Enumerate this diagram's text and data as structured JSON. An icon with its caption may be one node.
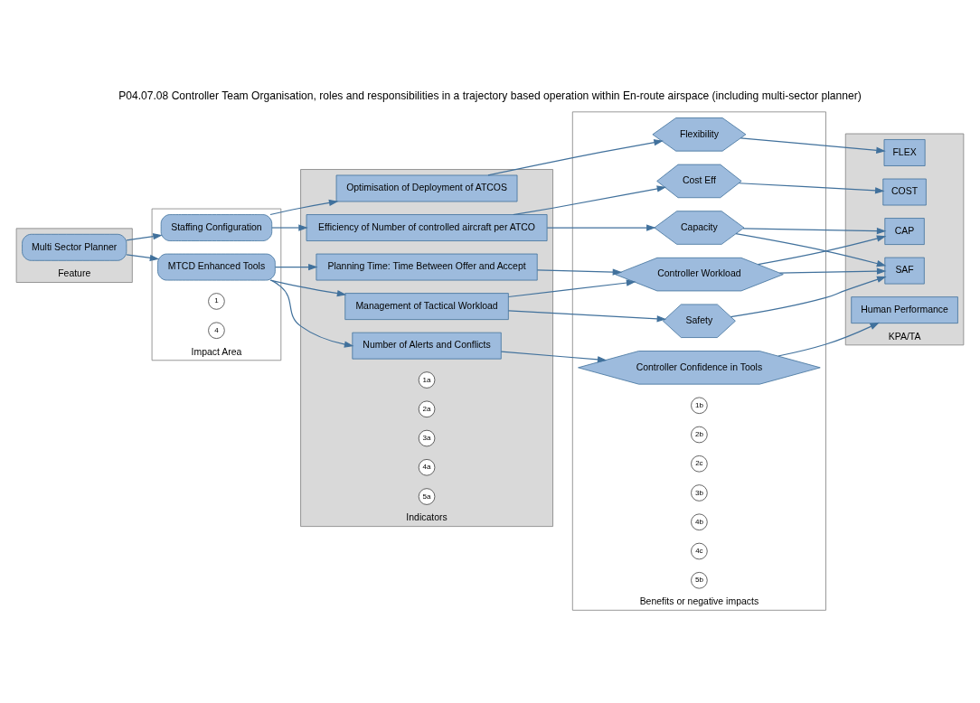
{
  "diagram": {
    "title": "P04.07.08 Controller Team Organisation, roles and responsibilities in a trajectory based operation within En-route airspace (including multi-sector planner)",
    "nodes": [
      {
        "text": [
          "Feature"
        ]
      },
      {
        "text": [
          "Impact Area"
        ]
      },
      {
        "text": [
          "Indicators"
        ]
      },
      {
        "text": [
          "Benefits or negative impacts"
        ]
      },
      {
        "text": [
          "KPA/TA"
        ]
      },
      {
        "text": [
          "Multi Sector Planner"
        ],
        "in": 0
      },
      {
        "text": [
          "Staffing Configuration"
        ],
        "in": 1
      },
      {
        "text": [
          "MTCD Enhanced Tools"
        ],
        "in": 1
      },
      {
        "text": [
          "1"
        ],
        "in": 1
      },
      {
        "text": [
          "4"
        ],
        "in": 1
      },
      {
        "text": [
          "Optimisation of Deployment of ATCOS"
        ],
        "in": 2
      },
      {
        "text": [
          "Efficiency of Number of controlled aircraft per ATCO"
        ],
        "in": 2
      },
      {
        "text": [
          "Planning Time: Time Between Offer and Accept"
        ],
        "in": 2
      },
      {
        "text": [
          "Management of Tactical Workload"
        ],
        "in": 2
      },
      {
        "text": [
          "Number of Alerts and Conflicts"
        ],
        "in": 2
      },
      {
        "text": [
          "1a"
        ],
        "in": 2
      },
      {
        "text": [
          "2a"
        ],
        "in": 2
      },
      {
        "text": [
          "3a"
        ],
        "in": 2
      },
      {
        "text": [
          "4a"
        ],
        "in": 2
      },
      {
        "text": [
          "5a"
        ],
        "in": 2
      },
      {
        "text": [
          "Flexibility"
        ],
        "in": 3
      },
      {
        "text": [
          "Cost Eff"
        ],
        "in": 3
      },
      {
        "text": [
          "Capacity"
        ],
        "in": 3
      },
      {
        "text": [
          "Controller Workload"
        ],
        "in": 3
      },
      {
        "text": [
          "Safety"
        ],
        "in": 3
      },
      {
        "text": [
          "Controller Confidence in Tools"
        ],
        "in": 3
      },
      {
        "text": [
          "1b"
        ],
        "in": 3
      },
      {
        "text": [
          "2b"
        ],
        "in": 3
      },
      {
        "text": [
          "2c"
        ],
        "in": 3
      },
      {
        "text": [
          "3b"
        ],
        "in": 3
      },
      {
        "text": [
          "4b"
        ],
        "in": 3
      },
      {
        "text": [
          "4c"
        ],
        "in": 3
      },
      {
        "text": [
          "5b"
        ],
        "in": 3
      },
      {
        "text": [
          "FLEX"
        ],
        "in": 4
      },
      {
        "text": [
          "COST"
        ],
        "in": 4
      },
      {
        "text": [
          "CAP"
        ],
        "in": 4
      },
      {
        "text": [
          "SAF"
        ],
        "in": 4
      },
      {
        "text": [
          "Human Performance"
        ],
        "in": 4
      }
    ],
    "edges": [
      {
        "from": 5,
        "to": 6,
        "arrow": "to"
      },
      {
        "from": 5,
        "to": 7,
        "arrow": "to"
      },
      {
        "from": 6,
        "to": 10,
        "arrow": "to"
      },
      {
        "from": 6,
        "to": 11,
        "arrow": "to"
      },
      {
        "from": 10,
        "to": 20,
        "arrow": "to"
      },
      {
        "from": 11,
        "to": 21,
        "arrow": "to"
      },
      {
        "from": 11,
        "to": 22,
        "arrow": "to"
      },
      {
        "from": 20,
        "to": 33,
        "arrow": "to"
      },
      {
        "from": 21,
        "to": 34,
        "arrow": "to"
      },
      {
        "from": 22,
        "to": 35,
        "arrow": "to"
      },
      {
        "from": 22,
        "to": 36,
        "arrow": "to"
      },
      {
        "from": 7,
        "to": 12,
        "arrow": "to"
      },
      {
        "from": 7,
        "to": 13,
        "arrow": "to"
      },
      {
        "from": 7,
        "to": 14,
        "arrow": "to"
      },
      {
        "from": 12,
        "to": 23,
        "arrow": "to"
      },
      {
        "from": 13,
        "to": 23,
        "arrow": "to"
      },
      {
        "from": 13,
        "to": 24,
        "arrow": "to"
      },
      {
        "from": 14,
        "to": 25,
        "arrow": "to"
      },
      {
        "from": 23,
        "to": 35,
        "arrow": "to"
      },
      {
        "from": 23,
        "to": 36,
        "arrow": "to"
      },
      {
        "from": 24,
        "to": 36,
        "arrow": "to"
      },
      {
        "from": 25,
        "to": 37,
        "arrow": "to"
      }
    ]
  }
}
